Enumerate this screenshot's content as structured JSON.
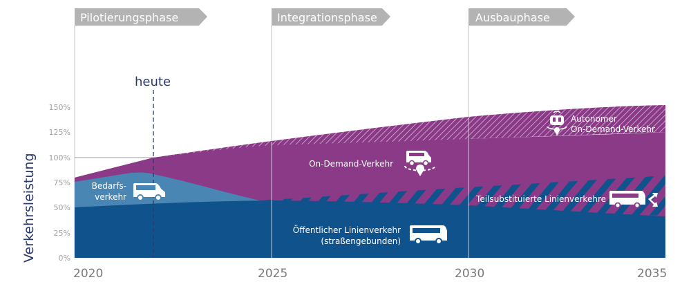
{
  "phases": [
    {
      "label": "Pilotierungsphase",
      "start_year": 2020
    },
    {
      "label": "Integrationsphase",
      "start_year": 2025
    },
    {
      "label": "Ausbauphase",
      "start_year": 2030
    }
  ],
  "today_marker": {
    "label": "heute",
    "year": 2021.9
  },
  "axes": {
    "ylabel": "Verkehrsleistung",
    "yticks": [
      "0%",
      "25%",
      "50%",
      "75%",
      "100%",
      "125%",
      "150%"
    ],
    "xticks": [
      "2020",
      "2025",
      "2030",
      "2035"
    ]
  },
  "labels": {
    "bedarf_line1": "Bedarfs-",
    "bedarf_line2": "verkehr",
    "on_demand": "On-Demand-Verkehr",
    "oepnv_line1": "Öffentlicher Linienverkehr",
    "oepnv_line2": "(straßengebunden)",
    "teilsub": "Teilsubstituierte Linienverkehre",
    "autonom_line1": "Autonomer",
    "autonom_line2": "On-Demand-Verkehr"
  },
  "colors": {
    "oepnv": "#10528c",
    "bedarf": "#4a86b4",
    "on_demand": "#8a3a87",
    "phase_banner": "#b3b3b3",
    "axis_text": "#2b3a6b",
    "hatch": "#c9a3c7"
  },
  "chart_data": {
    "type": "area",
    "title": "",
    "xlabel": "",
    "ylabel": "Verkehrsleistung",
    "x": [
      2020,
      2021.9,
      2025,
      2030,
      2035
    ],
    "ylim": [
      0,
      150
    ],
    "ytick_labels": [
      "0%",
      "25%",
      "50%",
      "75%",
      "100%",
      "125%",
      "150%"
    ],
    "xtick_labels": [
      "2020",
      "2025",
      "2030",
      "2035"
    ],
    "reference_line": {
      "y": 100,
      "label": "100%"
    },
    "annotations": [
      {
        "text": "heute",
        "x": 2021.9
      },
      {
        "text": "Pilotierungsphase",
        "x_range": [
          2020,
          2025
        ]
      },
      {
        "text": "Integrationsphase",
        "x_range": [
          2025,
          2030
        ]
      },
      {
        "text": "Ausbauphase",
        "x_range": [
          2030,
          2035
        ]
      }
    ],
    "series": [
      {
        "name": "Öffentlicher Linienverkehr (straßengebunden)",
        "stack_top_pct": [
          50,
          54,
          57,
          54,
          43
        ]
      },
      {
        "name": "Bedarfsverkehr",
        "stack_top_pct": [
          76,
          86,
          57,
          null,
          null
        ]
      },
      {
        "name": "Teilsubstituierte Linienverkehre",
        "stack_top_pct": [
          null,
          null,
          58,
          70,
          82
        ]
      },
      {
        "name": "On-Demand-Verkehr",
        "stack_top_pct": [
          80,
          100,
          110,
          122,
          126
        ]
      },
      {
        "name": "Autonomer On-Demand-Verkehr",
        "stack_top_pct": [
          80,
          100,
          116,
          140,
          151
        ]
      }
    ],
    "grid": false,
    "legend": "inline labels"
  }
}
